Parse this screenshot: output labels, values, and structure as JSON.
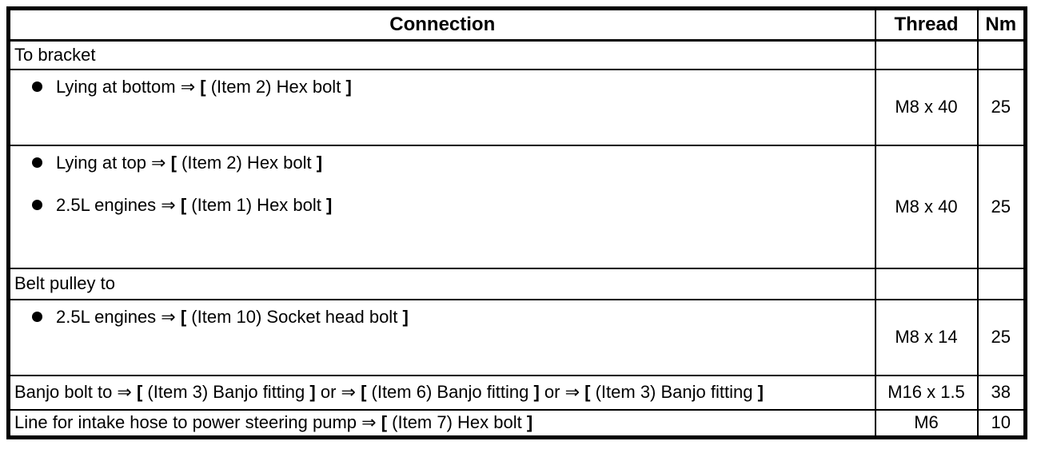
{
  "colors": {
    "border": "#000000",
    "text": "#000000",
    "background": "#ffffff"
  },
  "icons": {
    "bullet": "●",
    "arrow": "⇒"
  },
  "table": {
    "headers": {
      "connection": "Connection",
      "thread": "Thread",
      "nm": "Nm"
    },
    "rows": [
      {
        "parts": [
          {
            "t": "To bracket"
          }
        ],
        "thread": "",
        "nm": ""
      },
      {
        "bullets": [
          [
            {
              "t": "Lying at bottom ⇒ "
            },
            {
              "t": "[",
              "b": true
            },
            {
              "t": " (Item 2) Hex bolt "
            },
            {
              "t": "]",
              "b": true
            }
          ]
        ],
        "thread": "M8 x 40",
        "nm": "25"
      },
      {
        "bullets": [
          [
            {
              "t": "Lying at top ⇒ "
            },
            {
              "t": "[",
              "b": true
            },
            {
              "t": " (Item 2) Hex bolt "
            },
            {
              "t": "]",
              "b": true
            }
          ],
          [
            {
              "t": "2.5L engines ⇒ "
            },
            {
              "t": "[",
              "b": true
            },
            {
              "t": " (Item 1) Hex bolt "
            },
            {
              "t": "]",
              "b": true
            }
          ]
        ],
        "thread": "M8 x 40",
        "nm": "25"
      },
      {
        "parts": [
          {
            "t": "Belt pulley to"
          }
        ],
        "thread": "",
        "nm": ""
      },
      {
        "bullets": [
          [
            {
              "t": "2.5L engines ⇒ "
            },
            {
              "t": "[",
              "b": true
            },
            {
              "t": " (Item 10) Socket head bolt "
            },
            {
              "t": "]",
              "b": true
            }
          ]
        ],
        "thread": "M8 x 14",
        "nm": "25"
      },
      {
        "parts": [
          {
            "t": "Banjo bolt to ⇒ "
          },
          {
            "t": "[",
            "b": true
          },
          {
            "t": " (Item 3) Banjo fitting "
          },
          {
            "t": "]",
            "b": true
          },
          {
            "t": " or ⇒ "
          },
          {
            "t": "[",
            "b": true
          },
          {
            "t": " (Item 6) Banjo fitting "
          },
          {
            "t": "]",
            "b": true
          },
          {
            "t": " or ⇒ "
          },
          {
            "t": "[",
            "b": true
          },
          {
            "t": " (Item 3) Banjo fitting "
          },
          {
            "t": "]",
            "b": true
          }
        ],
        "thread": "M16 x 1.5",
        "nm": "38"
      },
      {
        "parts": [
          {
            "t": "Line for intake hose to power steering pump ⇒ "
          },
          {
            "t": "[",
            "b": true
          },
          {
            "t": " (Item 7) Hex bolt "
          },
          {
            "t": "]",
            "b": true
          }
        ],
        "thread": "M6",
        "nm": "10"
      }
    ]
  }
}
